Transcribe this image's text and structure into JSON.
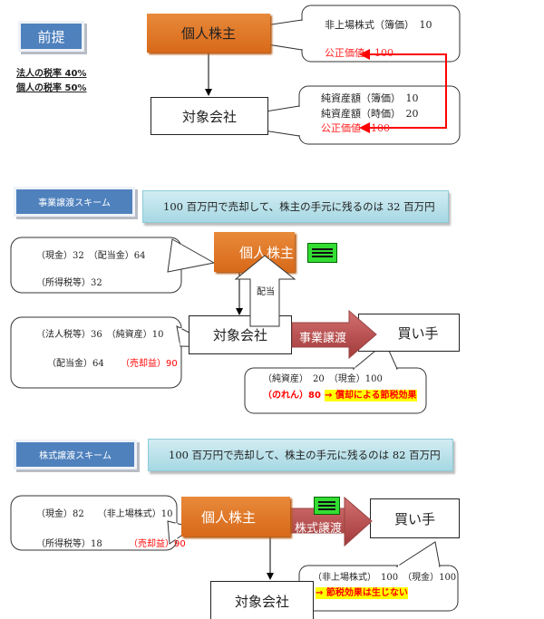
{
  "premise": {
    "label": "前提",
    "corp_tax": "法人の税率 40%",
    "indiv_tax": "個人の税率 50%"
  },
  "top": {
    "shareholder": "個人株主",
    "company": "対象会社",
    "callout1": {
      "line1": "非上場株式（簿価）　10",
      "line2": "公正価値　100"
    },
    "callout2": {
      "line1": "純資産額（簿価）　10",
      "line2": "純資産額（時価）　20",
      "line3": "公正価値　100"
    }
  },
  "business": {
    "label": "事業譲渡スキーム",
    "banner": "100 百万円で売却して、株主の手元に残るのは 32 百万円",
    "shareholder": "個人株主",
    "company": "対象会社",
    "buyer": "買い手",
    "arrow": "事業譲渡",
    "dividend": "配当",
    "callout_shareholder": {
      "line1": "（現金）32　（配当金）64",
      "line2": "（所得税等）32"
    },
    "callout_company": {
      "line1": "（法人税等）36　（純資産）10",
      "line2a": "（配当金）64",
      "line2b": "（売却益）90"
    },
    "callout_buyer": {
      "line1": "（純資産）　20　（現金）100",
      "line2a": "（のれん）80",
      "line2b": "→ 償却による節税効果"
    }
  },
  "stock": {
    "label": "株式譲渡スキーム",
    "banner": "100 百万円で売却して、株主の手元に残るのは 82 百万円",
    "shareholder": "個人株主",
    "company": "対象会社",
    "buyer": "買い手",
    "arrow": "株式譲渡",
    "callout_shareholder": {
      "line1": "（現金）82　　（非上場株式）10",
      "line2a": "（所得税等）18",
      "line2b": "（売却益）90"
    },
    "callout_buyer": {
      "line1": "（非上場株式）　100　（現金）100",
      "line2": "→ 節税効果は生じない"
    }
  },
  "colors": {
    "orange": "#e07a2a",
    "blue": "#4f81bd",
    "red_arrow": "#b84a4a",
    "green_icon": "#33dd33",
    "highlight": "#ffff00"
  }
}
